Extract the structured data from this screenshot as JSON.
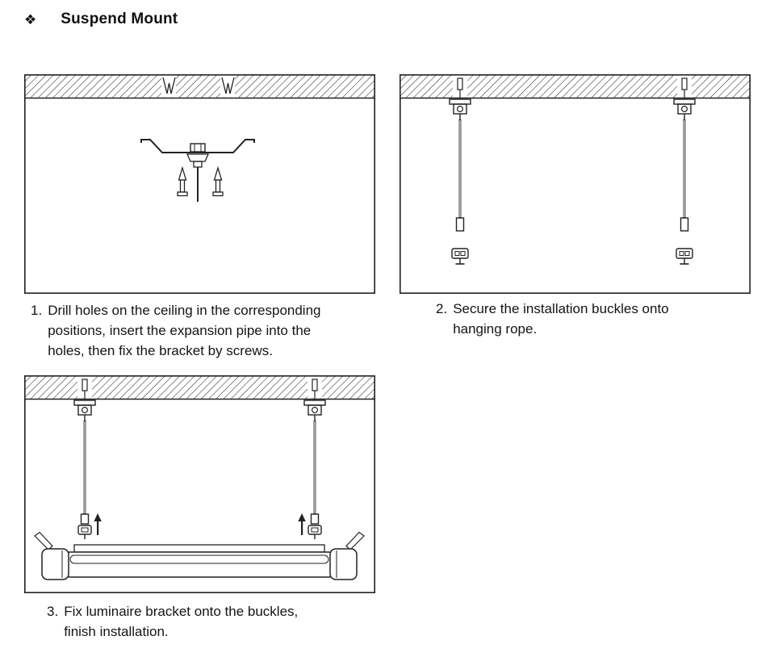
{
  "header": {
    "icon": "❖",
    "title": "Suspend Mount"
  },
  "steps": [
    {
      "number": "1.",
      "lines": [
        "Drill holes on the ceiling in the corresponding",
        "positions, insert the expansion pipe into the",
        "holes, then fix the bracket by screws."
      ]
    },
    {
      "number": "2.",
      "lines": [
        "Secure the installation buckles onto",
        "hanging rope."
      ]
    },
    {
      "number": "3.",
      "lines": [
        "Fix luminaire bracket onto the buckles,",
        "finish installation."
      ]
    }
  ],
  "colors": {
    "line_art": "#222222",
    "text": "#141414"
  }
}
